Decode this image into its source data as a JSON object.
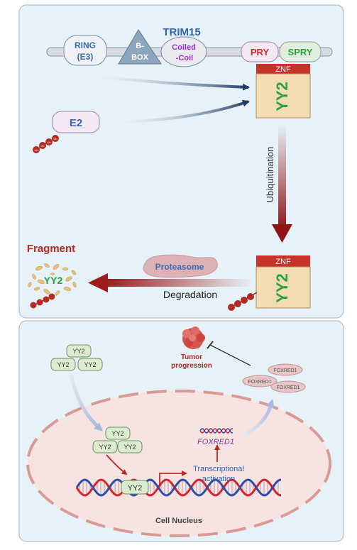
{
  "colors": {
    "panel_bg": "#e6f1f8",
    "panel_border": "#9fb3c0",
    "navy_arrow": "#1f3a63",
    "dark_red_arrow": "#8f1414",
    "znf_red": "#c7332b",
    "yy2_box": "#f3dcb3",
    "yy2_green": "#2ba33c",
    "nucleus_fill": "#f7e4e2",
    "nucleus_border": "#d99b95",
    "fragment_red": "#b52a22",
    "proteasome": "#dcb2b6",
    "trim_blue": "#2f64b0"
  },
  "top_panel": {
    "trim15_label": "TRIM15",
    "ring_label_line1": "RING",
    "ring_label_line2": "(E3)",
    "bbox_label_line1": "B-",
    "bbox_label_line2": "BOX",
    "coiled_label_line1": "Coiled",
    "coiled_label_line2": "-Coil",
    "pry_label": "PRY",
    "spry_label": "SPRY",
    "znf_label": "ZNF",
    "yy2_label": "YY2",
    "e2_label": "E2",
    "ub_label": "Ub",
    "ubiquitination_label": "Ubiquitination",
    "proteasome_label": "Proteasome",
    "degradation_label": "Degradation",
    "fragment_label": "Fragment",
    "fragment_yy2_label": "YY2"
  },
  "bottom_panel": {
    "yy2_label": "YY2",
    "tumor_label_line1": "Tumor",
    "tumor_label_line2": "progression",
    "foxred1_protein_label": "FOXRED1",
    "foxred1_gene_label": "FOXRED1",
    "transcriptional_line1": "Transcriptional",
    "transcriptional_line2": "activation",
    "cell_nucleus_label": "Cell Nucleus"
  }
}
